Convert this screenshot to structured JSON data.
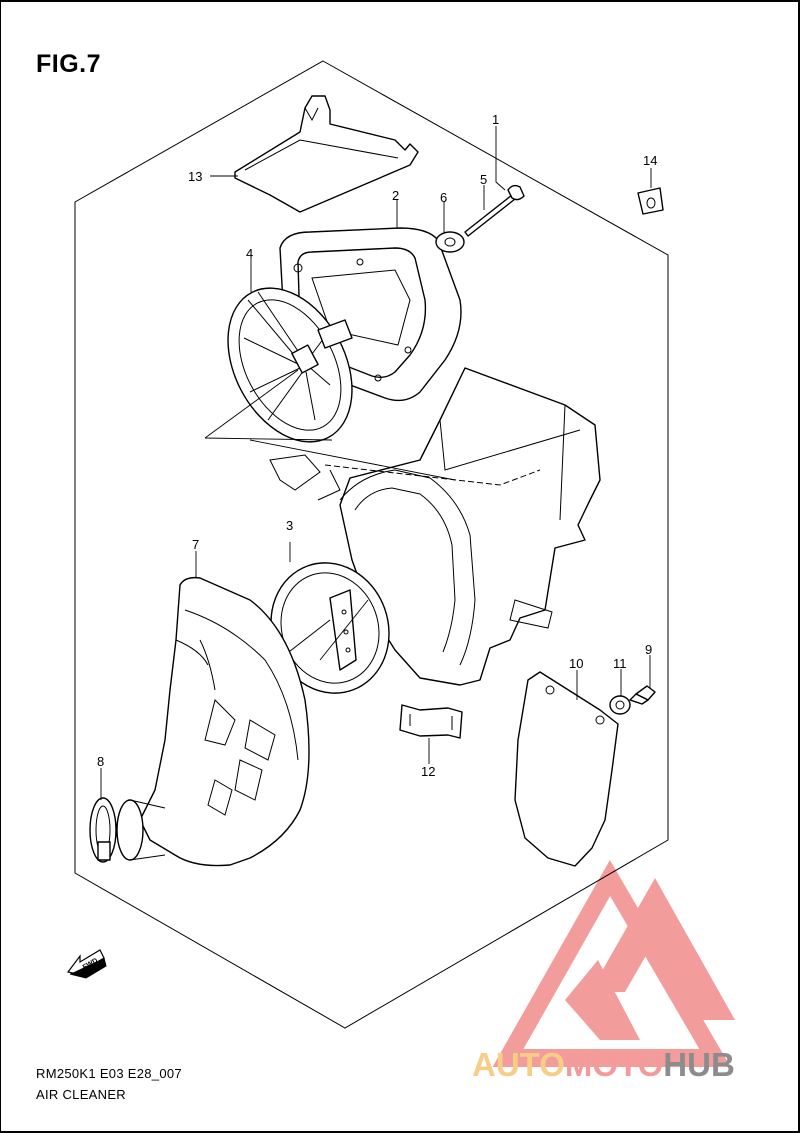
{
  "figure": {
    "title": "FIG.7",
    "model_code": "RM250K1 E03 E28_007",
    "section_name": "AIR CLEANER"
  },
  "callouts": [
    "1",
    "2",
    "3",
    "4",
    "5",
    "6",
    "7",
    "8",
    "9",
    "10",
    "11",
    "12",
    "13",
    "14"
  ],
  "fwd_arrow_label": "FWD",
  "watermark": {
    "part1": "AUTO",
    "part2": "MOTO",
    "part3": "HUB",
    "colors": {
      "logo_red": "#f28b8b",
      "auto_orange": "#f8cd86",
      "moto_pink": "#f59a9a",
      "hub_gray": "#8c8c8c"
    }
  }
}
